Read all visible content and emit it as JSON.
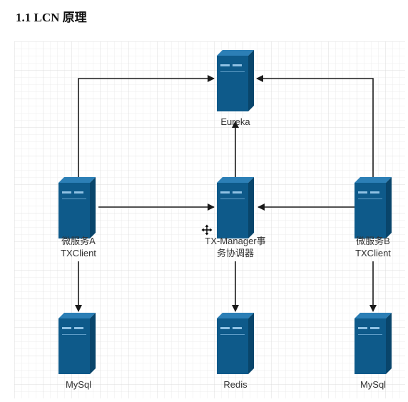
{
  "heading": "1.1 LCN 原理",
  "nodes": {
    "eureka": {
      "label_lines": [
        "Eureka"
      ]
    },
    "service_a": {
      "label_lines": [
        "微服务A",
        "TXClient"
      ]
    },
    "tx_manager": {
      "label_lines": [
        "TX-Manager事",
        "务协调器"
      ]
    },
    "service_b": {
      "label_lines": [
        "微服务B",
        "TXClient"
      ]
    },
    "mysql_a": {
      "label_lines": [
        "MySql"
      ]
    },
    "redis": {
      "label_lines": [
        "Redis"
      ]
    },
    "mysql_b": {
      "label_lines": [
        "MySql"
      ]
    }
  },
  "colors": {
    "server_front": "#0e5a8a",
    "server_side": "#09456b",
    "server_top": "#2c7fb6",
    "arrow": "#1a1a1a",
    "grid": "#dcdcdc",
    "label": "#333333"
  },
  "icons": {
    "server": "server-icon"
  }
}
